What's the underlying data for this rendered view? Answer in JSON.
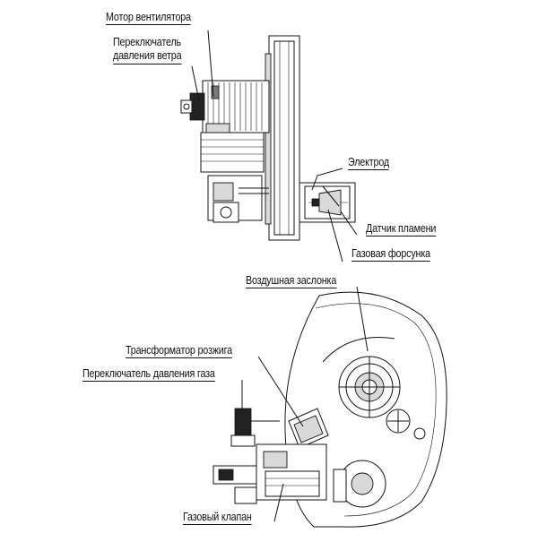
{
  "labels": {
    "fan_motor": "Мотор вентилятора",
    "air_pressure_switch": "Переключатель\nдавления ветра",
    "electrode": "Электрод",
    "flame_sensor": "Датчик пламени",
    "gas_nozzle": "Газовая форсунка",
    "air_damper": "Воздушная заслонка",
    "ignition_transformer": "Трансформатор розжига",
    "gas_pressure_switch": "Переключатель давления газа",
    "gas_valve": "Газовый клапан"
  }
}
